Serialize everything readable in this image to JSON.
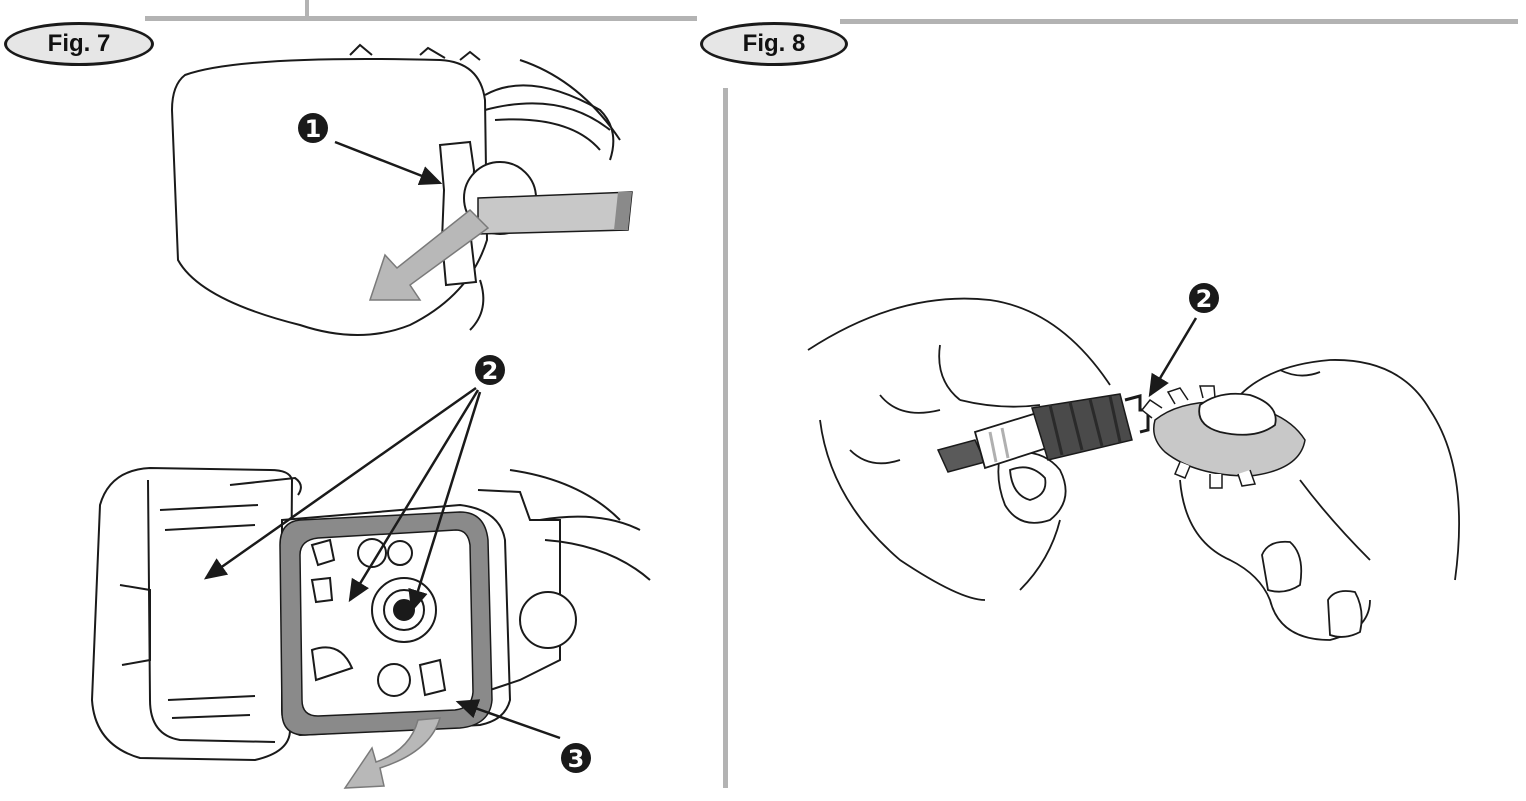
{
  "figures": [
    {
      "label": "Fig. 7",
      "callouts": [
        "1",
        "2",
        "3"
      ]
    },
    {
      "label": "Fig. 8",
      "callouts": [
        "2"
      ]
    }
  ],
  "colors": {
    "ink": "#1a1a1a",
    "panel_gray": "#c8c8c8",
    "seal_gray": "#8a8a8a",
    "rule_gray": "#b3b3b3"
  }
}
